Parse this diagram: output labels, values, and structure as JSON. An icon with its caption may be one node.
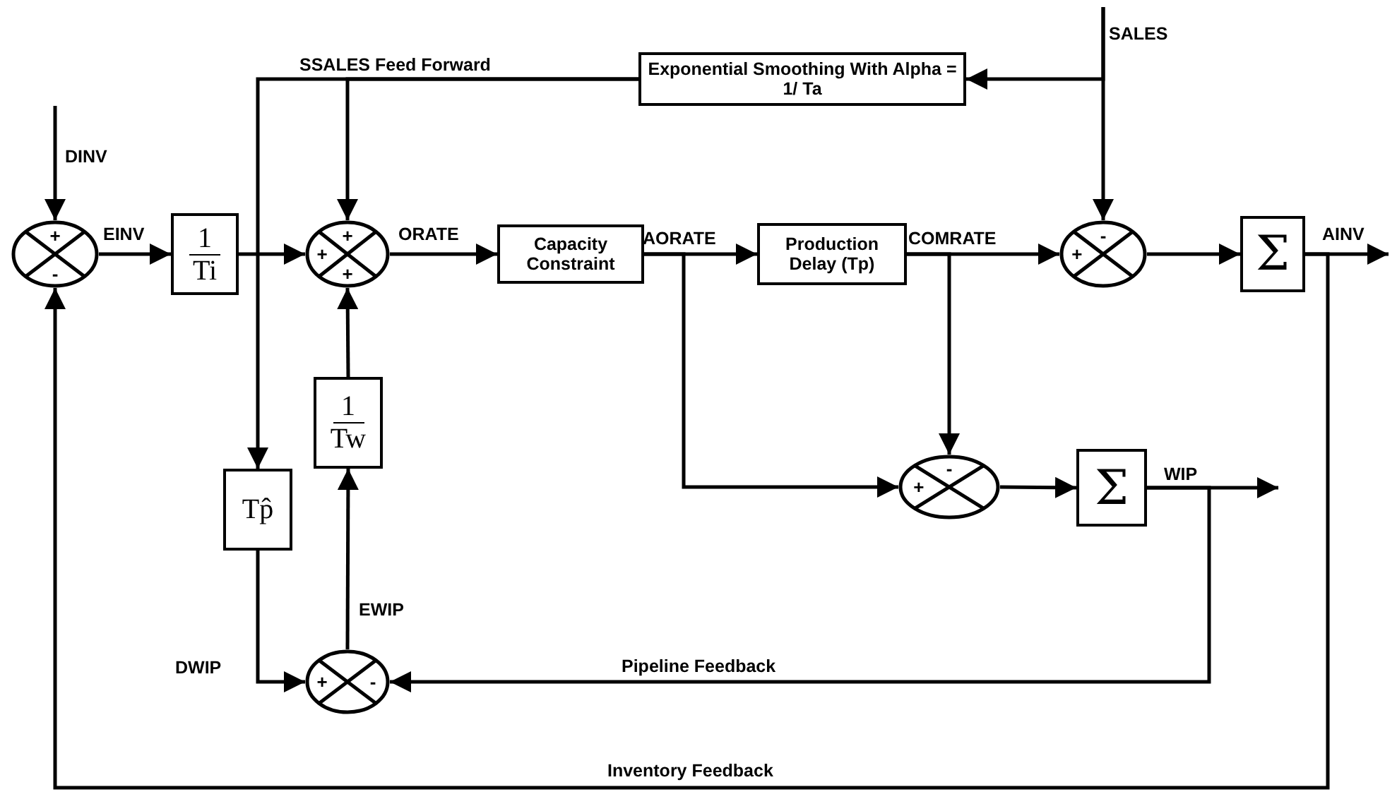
{
  "diagram": {
    "nodes": [
      {
        "text": [
          "+",
          "-"
        ]
      },
      {
        "text": [
          "1",
          "Ti"
        ]
      },
      {
        "text": [
          "+",
          "+",
          "+"
        ]
      },
      {
        "text": [
          "Capacity Constraint"
        ]
      },
      {
        "text": [
          "Production Delay (Tp)"
        ]
      },
      {
        "text": [
          "-",
          "+"
        ]
      },
      {
        "text": [
          "Σ"
        ]
      },
      {
        "text": [
          "Exponential Smoothing With Alpha = 1/ Ta"
        ]
      },
      {
        "text": [
          "1",
          "Tw"
        ]
      },
      {
        "text": [
          "Tp̂"
        ]
      },
      {
        "text": [
          "-",
          "+"
        ]
      },
      {
        "text": [
          "Σ"
        ]
      },
      {
        "text": [
          "+",
          "-"
        ]
      }
    ],
    "edges": [
      {
        "from": null,
        "to": 0,
        "arrow": "to",
        "label": "DINV"
      },
      {
        "from": 0,
        "to": 1,
        "arrow": "to",
        "label": "EINV"
      },
      {
        "from": 1,
        "to": 2,
        "arrow": "to"
      },
      {
        "from": 7,
        "to": 2,
        "arrow": "to",
        "label": "SSALES Feed Forward"
      },
      {
        "from": 7,
        "to": 9,
        "arrow": "to"
      },
      {
        "from": 2,
        "to": 3,
        "arrow": "to",
        "label": "ORATE"
      },
      {
        "from": 3,
        "to": 4,
        "arrow": "to",
        "label": "AORATE"
      },
      {
        "from": 3,
        "to": 10,
        "arrow": "to"
      },
      {
        "from": 4,
        "to": 5,
        "arrow": "to",
        "label": "COMRATE"
      },
      {
        "from": 4,
        "to": 10,
        "arrow": "to"
      },
      {
        "from": null,
        "to": 5,
        "arrow": "to",
        "label": "SALES"
      },
      {
        "from": null,
        "to": 7,
        "arrow": "to"
      },
      {
        "from": 5,
        "to": 6,
        "arrow": "to"
      },
      {
        "from": 6,
        "to": null,
        "arrow": "to",
        "label": "AINV"
      },
      {
        "from": 6,
        "to": 0,
        "arrow": "to",
        "label": "Inventory Feedback"
      },
      {
        "from": 10,
        "to": 11,
        "arrow": "to"
      },
      {
        "from": 11,
        "to": null,
        "arrow": "to",
        "label": "WIP"
      },
      {
        "from": 11,
        "to": 12,
        "arrow": "to",
        "label": "Pipeline Feedback"
      },
      {
        "from": 12,
        "to": 8,
        "arrow": "to",
        "label": "EWIP"
      },
      {
        "from": 8,
        "to": 2,
        "arrow": "to"
      },
      {
        "from": 9,
        "to": 12,
        "arrow": "to",
        "label": "DWIP"
      }
    ]
  }
}
